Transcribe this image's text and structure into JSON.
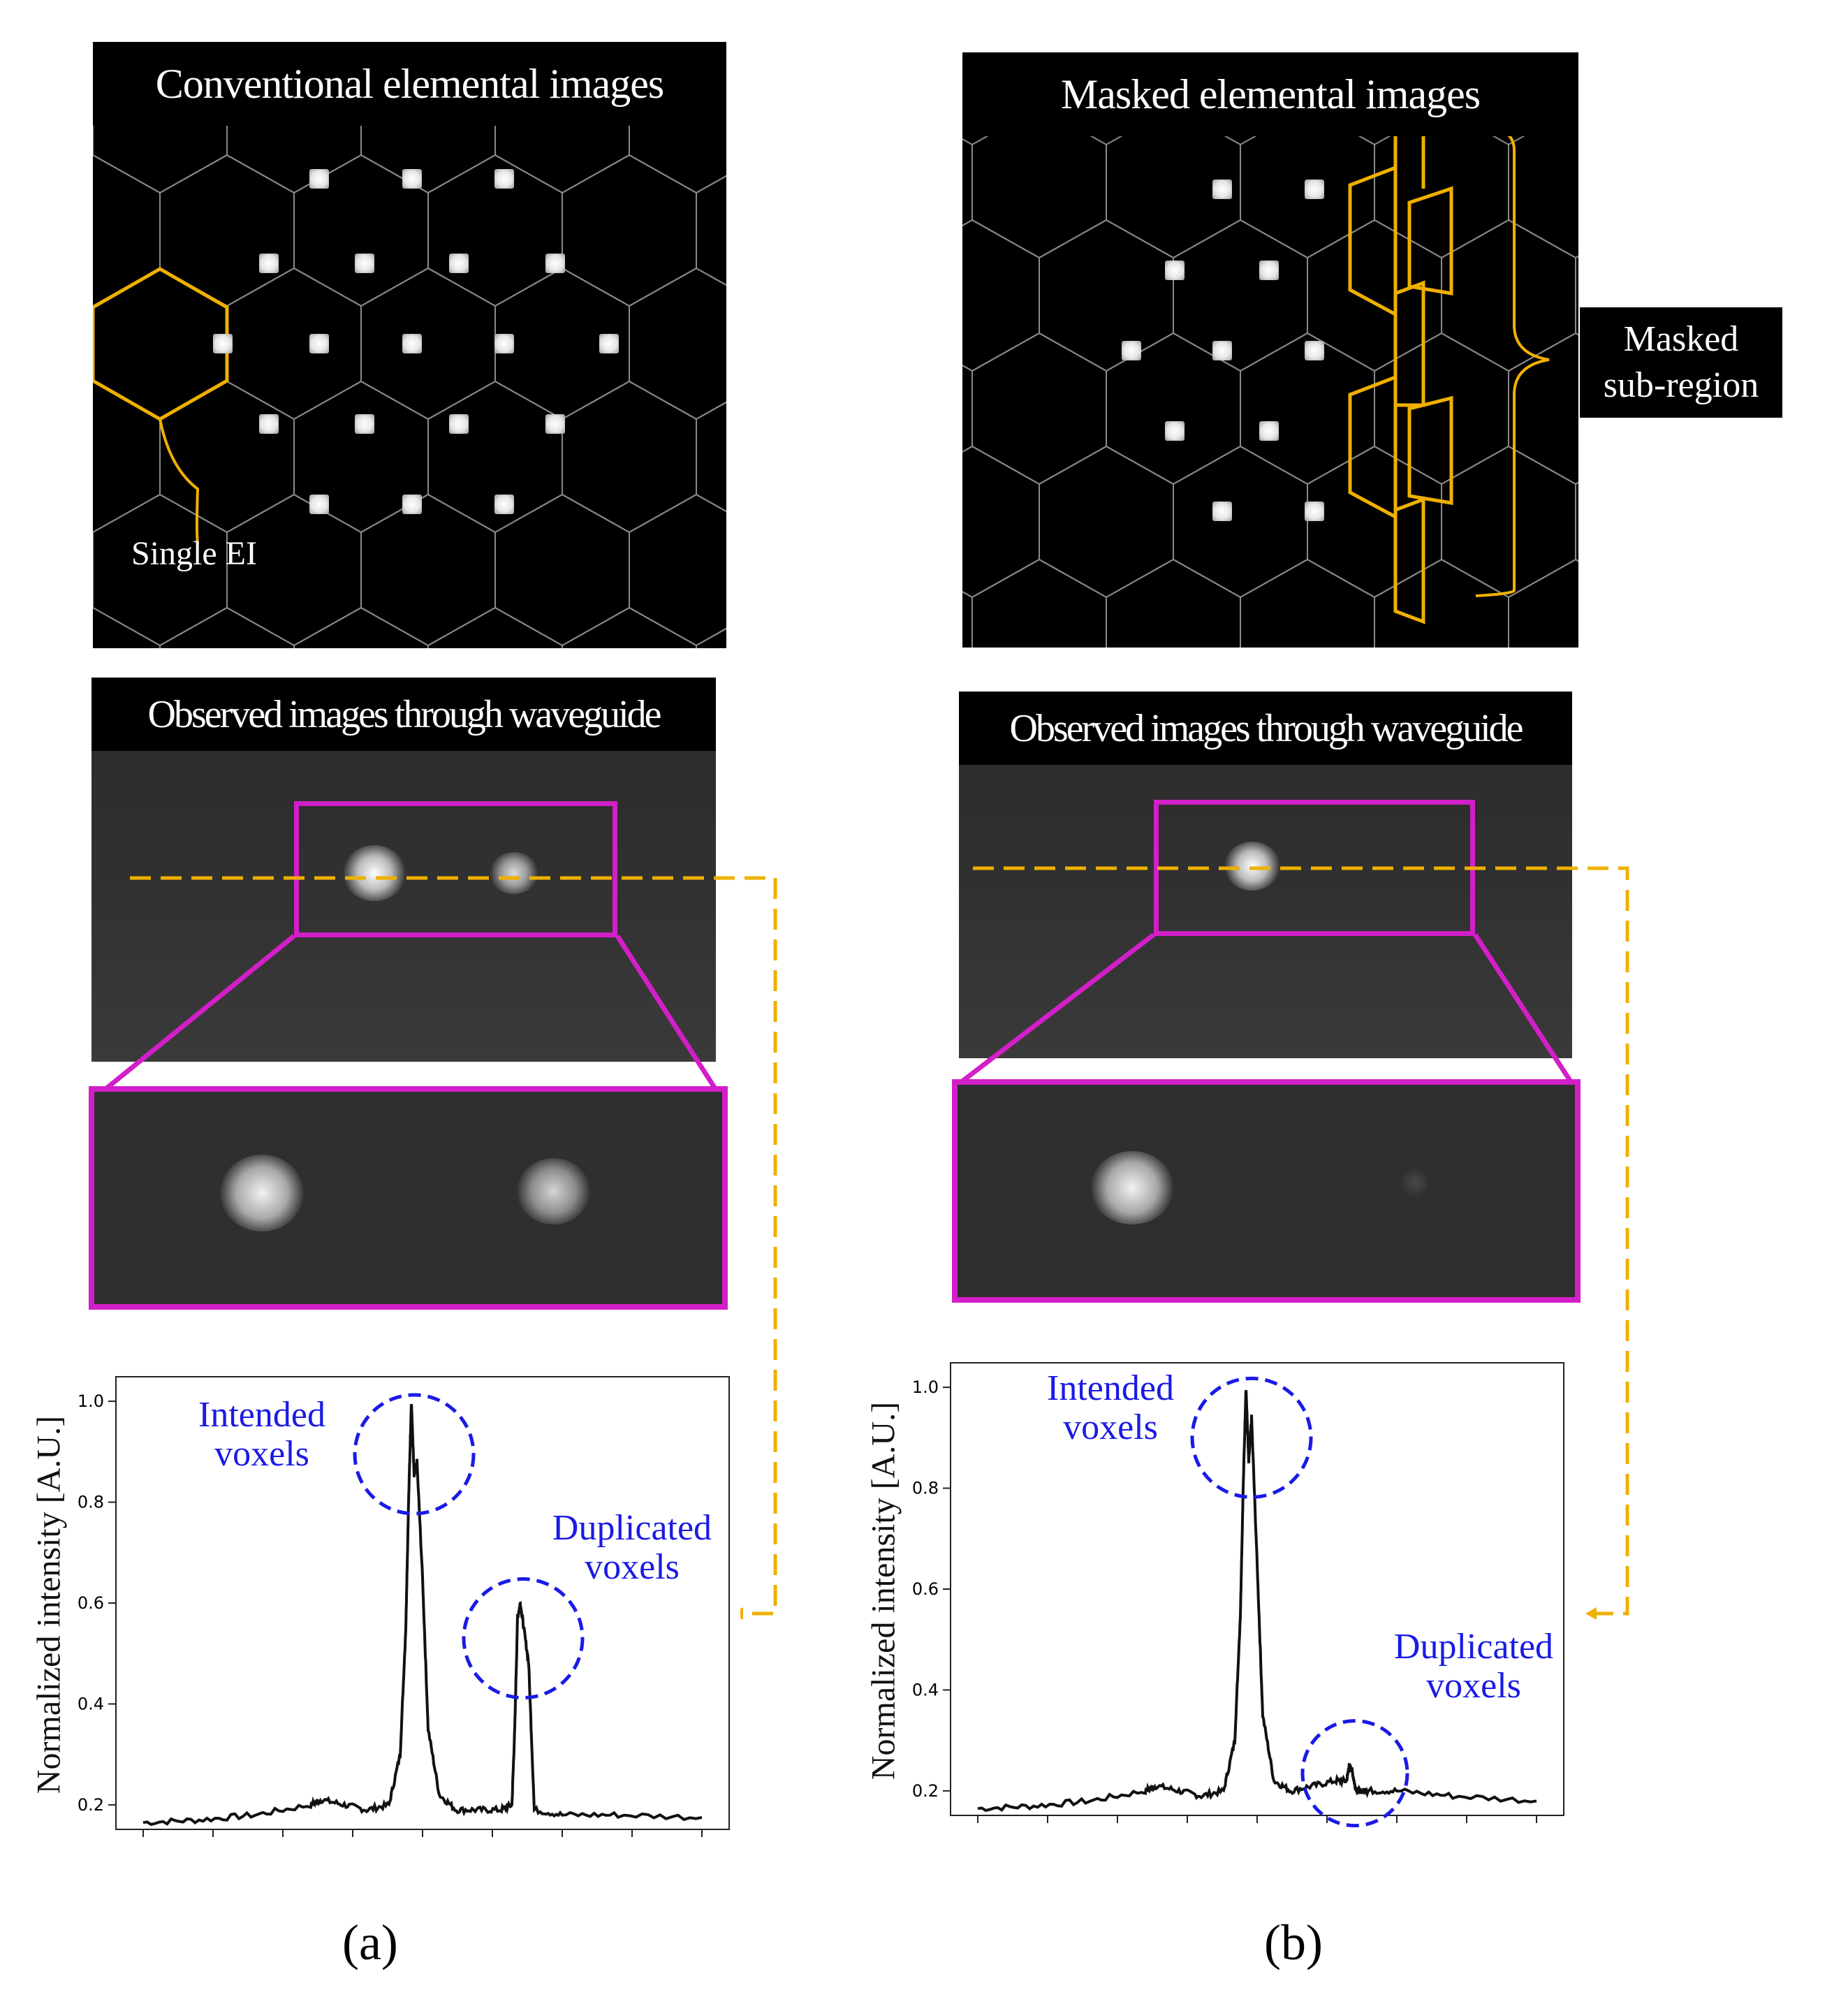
{
  "panel_a": {
    "top_title": "Conventional elemental images",
    "single_ei_label": "Single EI",
    "observed_title": "Observed images through waveguide",
    "panel_label": "(a)",
    "annotations": {
      "intended": "Intended\nvoxels",
      "duplicated": "Duplicated\nvoxels"
    }
  },
  "panel_b": {
    "top_title": "Masked elemental images",
    "masked_label": "Masked\nsub-region",
    "observed_title": "Observed images through waveguide",
    "panel_label": "(b)",
    "annotations": {
      "intended": "Intended\nvoxels",
      "duplicated": "Duplicated\nvoxels"
    }
  },
  "colors": {
    "magenta": "#d21fc8",
    "orange": "#f0b000",
    "blue": "#1a1ae6",
    "hex_line": "#8a8a8a"
  },
  "chart_data": [
    {
      "type": "line",
      "ylabel": "Normalized intensity [A.U.]",
      "xlabel": "",
      "ylim": [
        0.15,
        1.05
      ],
      "yticks": [
        "0.2",
        "0.4",
        "0.6",
        "0.8",
        "1.0"
      ],
      "x": [
        0,
        0.1,
        0.2,
        0.3,
        0.32,
        0.36,
        0.4,
        0.44,
        0.46,
        0.47,
        0.475,
        0.48,
        0.485,
        0.49,
        0.5,
        0.51,
        0.53,
        0.56,
        0.6,
        0.64,
        0.66,
        0.665,
        0.67,
        0.675,
        0.68,
        0.69,
        0.7,
        0.75,
        0.85,
        1.0
      ],
      "series": [
        {
          "values": [
            0.165,
            0.17,
            0.18,
            0.2,
            0.21,
            0.2,
            0.19,
            0.2,
            0.3,
            0.55,
            0.8,
            1.0,
            0.85,
            0.88,
            0.65,
            0.35,
            0.22,
            0.19,
            0.19,
            0.19,
            0.2,
            0.35,
            0.57,
            0.6,
            0.56,
            0.48,
            0.19,
            0.18,
            0.18,
            0.175
          ]
        }
      ]
    },
    {
      "type": "line",
      "ylabel": "Normalized intensity [A.U.]",
      "xlabel": "",
      "ylim": [
        0.15,
        1.05
      ],
      "yticks": [
        "0.2",
        "0.4",
        "0.6",
        "0.8",
        "1.0"
      ],
      "x": [
        0,
        0.1,
        0.2,
        0.3,
        0.32,
        0.36,
        0.4,
        0.44,
        0.46,
        0.47,
        0.475,
        0.48,
        0.485,
        0.49,
        0.5,
        0.51,
        0.53,
        0.56,
        0.6,
        0.64,
        0.66,
        0.665,
        0.67,
        0.675,
        0.68,
        0.69,
        0.7,
        0.75,
        0.85,
        1.0
      ],
      "series": [
        {
          "values": [
            0.165,
            0.17,
            0.18,
            0.2,
            0.21,
            0.2,
            0.19,
            0.2,
            0.3,
            0.55,
            0.8,
            1.0,
            0.85,
            0.94,
            0.65,
            0.35,
            0.22,
            0.2,
            0.21,
            0.22,
            0.22,
            0.25,
            0.24,
            0.21,
            0.2,
            0.2,
            0.2,
            0.2,
            0.19,
            0.18
          ]
        }
      ]
    }
  ]
}
